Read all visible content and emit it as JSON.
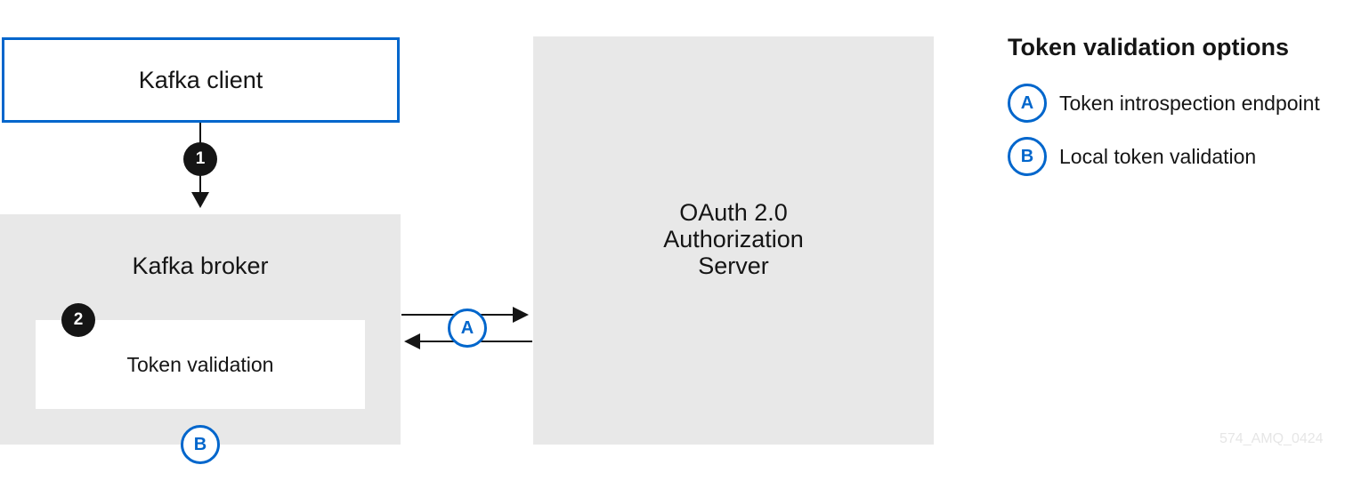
{
  "diagram": {
    "client": {
      "label": "Kafka client"
    },
    "broker": {
      "label": "Kafka broker"
    },
    "validation": {
      "label": "Token validation"
    },
    "server": {
      "label": "OAuth 2.0\nAuthorization\nServer"
    },
    "steps": {
      "one": "1",
      "two": "2"
    },
    "options": {
      "a": "A",
      "b": "B"
    }
  },
  "legend": {
    "title": "Token validation options",
    "items": [
      {
        "badge": "A",
        "label": "Token introspection endpoint"
      },
      {
        "badge": "B",
        "label": "Local token validation"
      }
    ]
  },
  "watermark": "574_AMQ_0424",
  "colors": {
    "accent": "#0066cc",
    "box_fill": "#e8e8e8",
    "text": "#151515"
  }
}
